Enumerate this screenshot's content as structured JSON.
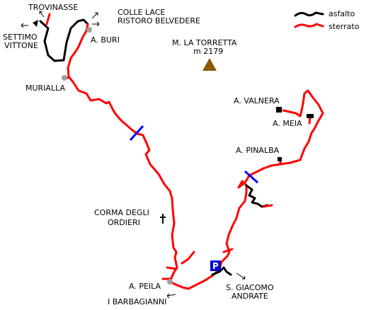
{
  "legend": {
    "asphalt_label": "asfalto",
    "dirt_label": "sterrato"
  },
  "places": {
    "trovinasse": "TROVINASSE",
    "settimo_vittone_1": "SETTIMO",
    "settimo_vittone_2": "VITTONE",
    "colle_lace_1": "COLLE LACE",
    "colle_lace_2": "RISTORO BELVEDERE",
    "a_buri": "A. BURI",
    "m_la_torretta_1": "M. LA TORRETTA",
    "m_la_torretta_2": "m 2179",
    "murialla": "MURIALLA",
    "a_valnera": "A. VALNERA",
    "a_meia": "A. MEIA",
    "a_pinalba": "A. PINALBA",
    "corma_1": "CORMA DEGLI",
    "corma_2": "ORDIERI",
    "a_peila": "A. PEILA",
    "i_barbagianni": "I BARBAGIANNI",
    "s_giacomo_1": "S. GIACOMO",
    "s_giacomo_2": "ANDRATE",
    "parking": "P"
  },
  "colors": {
    "asphalt": "#000000",
    "dirt": "#ff0000",
    "pass_marker": "#0000ff",
    "peak": "#8b5a00",
    "parking_bg": "#0000cc",
    "point": "#a0a0a0"
  },
  "icons": {
    "peak": "triangle-peak-icon",
    "church": "cross-icon",
    "parking": "parking-icon",
    "hut": "square-hut-icon",
    "arrow": "direction-arrow-icon"
  }
}
